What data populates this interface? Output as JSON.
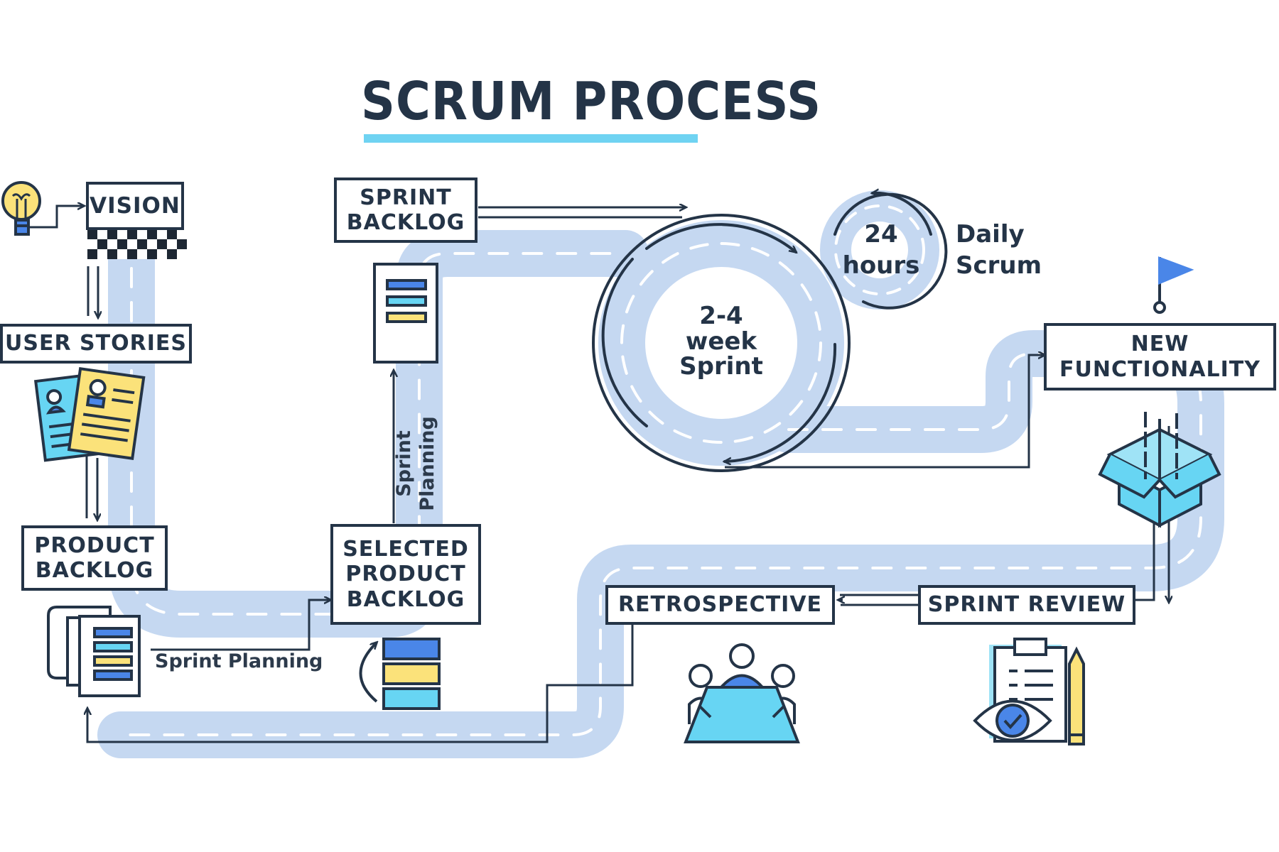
{
  "title": "SCRUM PROCESS",
  "colors": {
    "outline": "#243447",
    "road": "#c5d8f1",
    "accent_blue": "#4a86e8",
    "accent_cyan": "#67d5f3",
    "accent_yellow": "#fbe27a",
    "title_underline": "#6fd3f2"
  },
  "boxes": {
    "vision": "VISION",
    "user_stories": "USER STORIES",
    "product_backlog": "PRODUCT\nBACKLOG",
    "selected_product_backlog": "SELECTED\nPRODUCT\nBACKLOG",
    "sprint_backlog": "SPRINT\nBACKLOG",
    "new_functionality": "NEW\nFUNCTIONALITY",
    "sprint_review": "SPRINT REVIEW",
    "retrospective": "RETROSPECTIVE"
  },
  "labels": {
    "sprint_planning_horizontal": "Sprint Planning",
    "sprint_planning_vertical": "Sprint Planning",
    "sprint_length": "2-4\nweek\nSprint",
    "daily_cycle": "24\nhours",
    "daily_scrum": "Daily\nScrum"
  },
  "icons": [
    "lightbulb-icon",
    "checkered-flag-icon",
    "user-story-cards-icon",
    "backlog-scroll-icon",
    "stacked-items-icon",
    "sprint-board-icon",
    "goal-flag-icon",
    "open-box-icon",
    "team-meeting-icon",
    "review-clipboard-icon"
  ]
}
